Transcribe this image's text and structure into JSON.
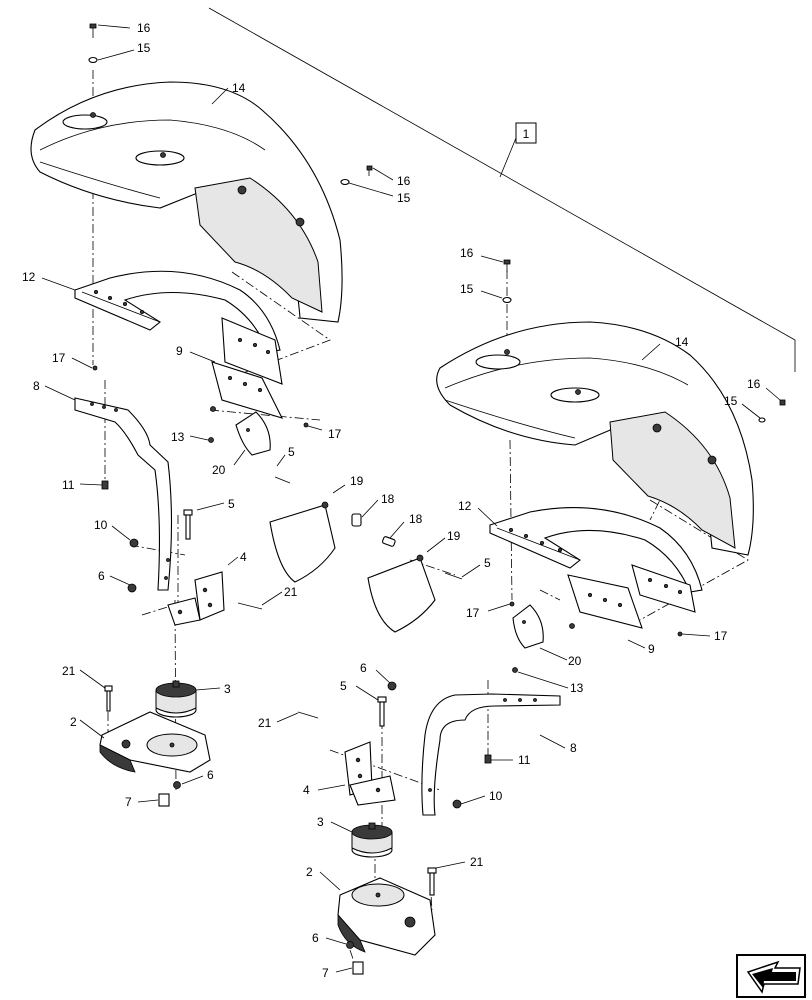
{
  "assembly_callout": "1",
  "callouts": {
    "left": {
      "c16": "16",
      "c15": "15",
      "c14": "14",
      "c16b": "16",
      "c15b": "15",
      "c12": "12",
      "c17": "17",
      "c9": "9",
      "c8": "8",
      "c13": "13",
      "c17b": "17",
      "c20": "20",
      "c11": "11",
      "c5": "5",
      "c19": "19",
      "c18": "18",
      "c5b": "5",
      "c10": "10",
      "c4": "4",
      "c6": "6",
      "c21": "21",
      "c21b": "21",
      "c3": "3",
      "c2": "2",
      "c6b": "6",
      "c7": "7"
    },
    "right": {
      "c16": "16",
      "c15": "15",
      "c14": "14",
      "c16b": "16",
      "c15b": "15",
      "c12": "12",
      "c18": "18",
      "c19": "19",
      "c5": "5",
      "c17": "17",
      "c17b": "17",
      "c9": "9",
      "c20": "20",
      "c6": "6",
      "c13": "13",
      "c5b": "5",
      "c21": "21",
      "c8": "8",
      "c11": "11",
      "c4": "4",
      "c10": "10",
      "c3": "3",
      "c21b": "21",
      "c2": "2",
      "c6b": "6",
      "c7": "7"
    }
  },
  "icons": {
    "navigation": "arrow-back-icon"
  }
}
